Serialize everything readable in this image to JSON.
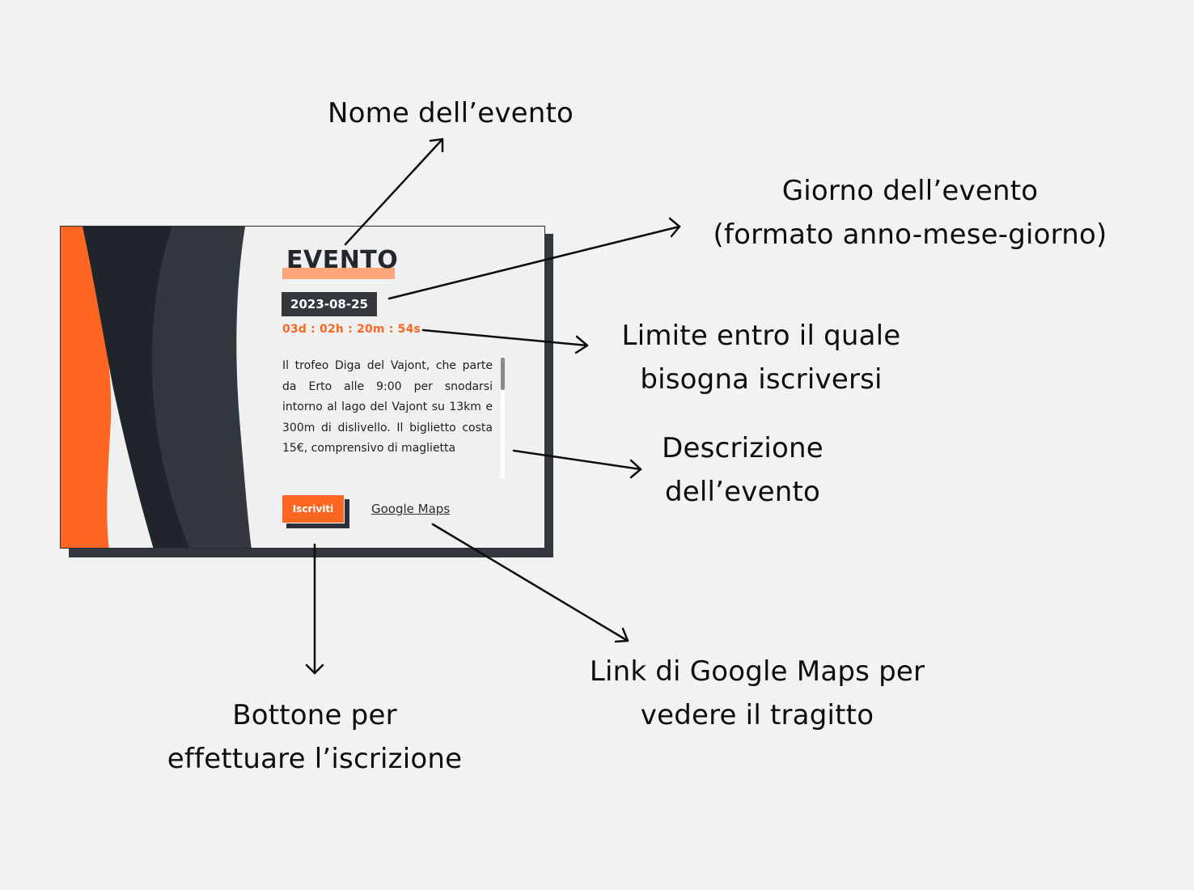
{
  "annotations": {
    "event_name": "Nome dell’evento",
    "event_day_line1": "Giorno dell’evento",
    "event_day_line2": "(formato anno-mese-giorno)",
    "deadline_line1": "Limite entro il quale",
    "deadline_line2": "bisogna iscriversi",
    "description_line1": "Descrizione",
    "description_line2": "dell’evento",
    "button_line1": "Bottone per",
    "button_line2": "effettuare l’iscrizione",
    "maps_line1": "Link di Google Maps per",
    "maps_line2": "vedere il tragitto"
  },
  "card": {
    "title": "EVENTO",
    "date": "2023-08-25",
    "countdown": "03d : 02h : 20m : 54s",
    "description": "Il trofeo Diga del Vajont, che parte da Erto alle 9:00 per snodarsi intorno al lago del Vajont su 13km e 300m di dislivello. Il biglietto costa 15€, comprensivo di maglietta",
    "register_button": "Iscriviti",
    "maps_link": "Google Maps"
  },
  "colors": {
    "background": "#f2f2f2",
    "card_background": "#f0f0f0",
    "dark": "#33383f",
    "darker": "#20242b",
    "accent_orange": "#ff6622",
    "title_highlight": "#ffa77a"
  }
}
